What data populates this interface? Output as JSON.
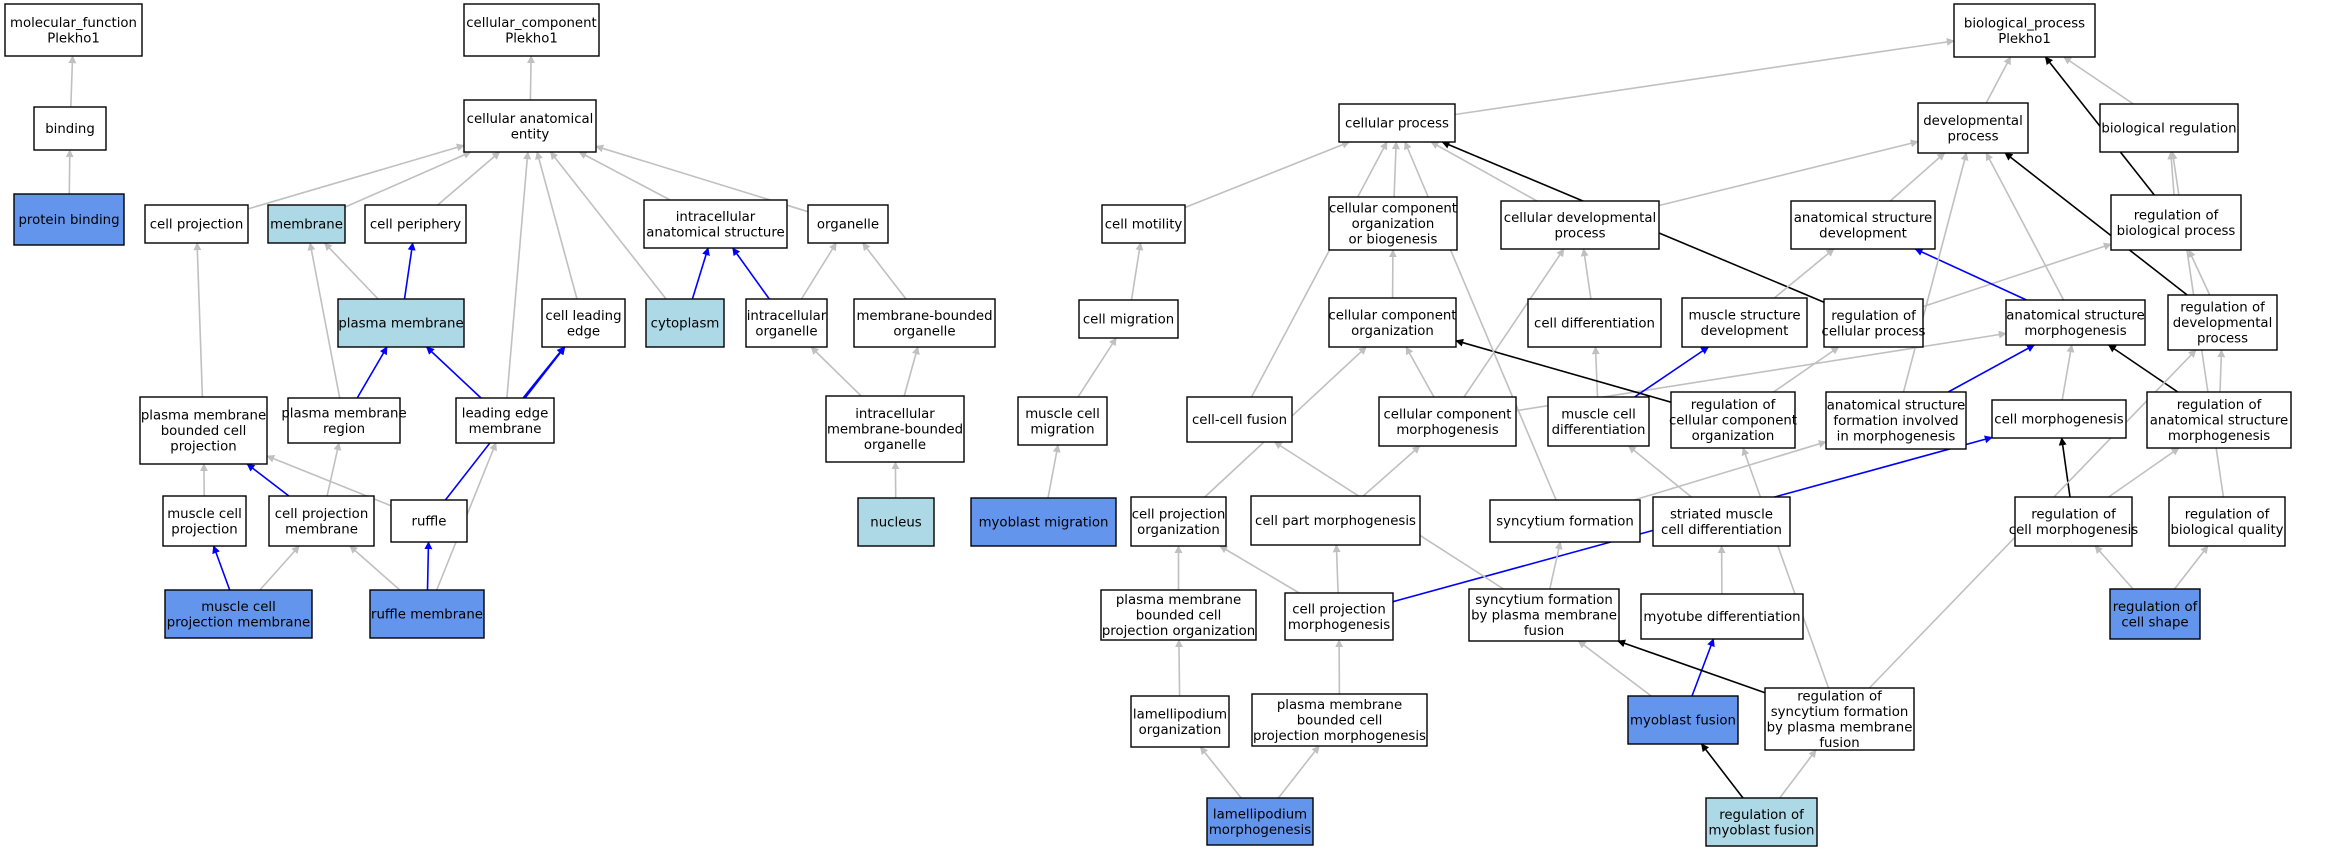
{
  "colors": {
    "node_default": "#ffffff",
    "node_light": "#add8e6",
    "node_dark": "#6495ed",
    "edge_grey": "#c0c0c0",
    "edge_blue": "#0000ff",
    "edge_black": "#000000"
  },
  "nodes": [
    {
      "id": "mf",
      "lines": [
        "molecular_function",
        "Plekho1"
      ],
      "fill": "white"
    },
    {
      "id": "binding",
      "lines": [
        "binding"
      ],
      "fill": "white"
    },
    {
      "id": "protein_binding",
      "lines": [
        "protein binding"
      ],
      "fill": "dark"
    },
    {
      "id": "cc",
      "lines": [
        "cellular_component",
        "Plekho1"
      ],
      "fill": "white"
    },
    {
      "id": "cae",
      "lines": [
        "cellular anatomical",
        "entity"
      ],
      "fill": "white"
    },
    {
      "id": "cell_projection",
      "lines": [
        "cell projection"
      ],
      "fill": "white"
    },
    {
      "id": "membrane",
      "lines": [
        "membrane"
      ],
      "fill": "light"
    },
    {
      "id": "cell_periphery",
      "lines": [
        "cell periphery"
      ],
      "fill": "white"
    },
    {
      "id": "ias",
      "lines": [
        "intracellular",
        "anatomical structure"
      ],
      "fill": "white"
    },
    {
      "id": "organelle",
      "lines": [
        "organelle"
      ],
      "fill": "white"
    },
    {
      "id": "plasma_membrane",
      "lines": [
        "plasma membrane"
      ],
      "fill": "light"
    },
    {
      "id": "cell_leading_edge",
      "lines": [
        "cell leading",
        "edge"
      ],
      "fill": "white"
    },
    {
      "id": "cytoplasm",
      "lines": [
        "cytoplasm"
      ],
      "fill": "light"
    },
    {
      "id": "intracellular_organelle",
      "lines": [
        "intracellular",
        "organelle"
      ],
      "fill": "white"
    },
    {
      "id": "mbo",
      "lines": [
        "membrane-bounded",
        "organelle"
      ],
      "fill": "white"
    },
    {
      "id": "pmbcp",
      "lines": [
        "plasma membrane",
        "bounded cell",
        "projection"
      ],
      "fill": "white"
    },
    {
      "id": "pmr",
      "lines": [
        "plasma membrane",
        "region"
      ],
      "fill": "white"
    },
    {
      "id": "lem",
      "lines": [
        "leading edge",
        "membrane"
      ],
      "fill": "white"
    },
    {
      "id": "imbo",
      "lines": [
        "intracellular",
        "membrane-bounded",
        "organelle"
      ],
      "fill": "white"
    },
    {
      "id": "mcp",
      "lines": [
        "muscle cell",
        "projection"
      ],
      "fill": "white"
    },
    {
      "id": "cpm",
      "lines": [
        "cell projection",
        "membrane"
      ],
      "fill": "white"
    },
    {
      "id": "ruffle",
      "lines": [
        "ruffle"
      ],
      "fill": "white"
    },
    {
      "id": "nucleus",
      "lines": [
        "nucleus"
      ],
      "fill": "light"
    },
    {
      "id": "mcpm",
      "lines": [
        "muscle cell",
        "projection membrane"
      ],
      "fill": "dark"
    },
    {
      "id": "ruffle_membrane",
      "lines": [
        "ruffle membrane"
      ],
      "fill": "dark"
    },
    {
      "id": "bp",
      "lines": [
        "biological_process",
        "Plekho1"
      ],
      "fill": "white"
    },
    {
      "id": "cellular_process",
      "lines": [
        "cellular process"
      ],
      "fill": "white"
    },
    {
      "id": "developmental_process",
      "lines": [
        "developmental",
        "process"
      ],
      "fill": "white"
    },
    {
      "id": "biological_regulation",
      "lines": [
        "biological regulation"
      ],
      "fill": "white"
    },
    {
      "id": "cell_motility",
      "lines": [
        "cell motility"
      ],
      "fill": "white"
    },
    {
      "id": "ccob",
      "lines": [
        "cellular component",
        "organization",
        "or biogenesis"
      ],
      "fill": "white"
    },
    {
      "id": "cdp",
      "lines": [
        "cellular developmental",
        "process"
      ],
      "fill": "white"
    },
    {
      "id": "asd",
      "lines": [
        "anatomical structure",
        "development"
      ],
      "fill": "white"
    },
    {
      "id": "rbp",
      "lines": [
        "regulation of",
        "biological process"
      ],
      "fill": "white"
    },
    {
      "id": "cell_migration",
      "lines": [
        "cell migration"
      ],
      "fill": "white"
    },
    {
      "id": "cco",
      "lines": [
        "cellular component",
        "organization"
      ],
      "fill": "white"
    },
    {
      "id": "cell_differentiation",
      "lines": [
        "cell differentiation"
      ],
      "fill": "white"
    },
    {
      "id": "msd",
      "lines": [
        "muscle structure",
        "development"
      ],
      "fill": "white"
    },
    {
      "id": "rcp",
      "lines": [
        "regulation of",
        "cellular process"
      ],
      "fill": "white"
    },
    {
      "id": "asm",
      "lines": [
        "anatomical structure",
        "morphogenesis"
      ],
      "fill": "white"
    },
    {
      "id": "rdp",
      "lines": [
        "regulation of",
        "developmental",
        "process"
      ],
      "fill": "white"
    },
    {
      "id": "mcm",
      "lines": [
        "muscle cell",
        "migration"
      ],
      "fill": "white"
    },
    {
      "id": "ccf",
      "lines": [
        "cell-cell fusion"
      ],
      "fill": "white"
    },
    {
      "id": "ccm",
      "lines": [
        "cellular component",
        "morphogenesis"
      ],
      "fill": "white"
    },
    {
      "id": "mcd",
      "lines": [
        "muscle cell",
        "differentiation"
      ],
      "fill": "white"
    },
    {
      "id": "rcco",
      "lines": [
        "regulation of",
        "cellular component",
        "organization"
      ],
      "fill": "white"
    },
    {
      "id": "asfim",
      "lines": [
        "anatomical structure",
        "formation involved",
        "in morphogenesis"
      ],
      "fill": "white"
    },
    {
      "id": "cell_morphogenesis",
      "lines": [
        "cell morphogenesis"
      ],
      "fill": "white"
    },
    {
      "id": "rasm",
      "lines": [
        "regulation of",
        "anatomical structure",
        "morphogenesis"
      ],
      "fill": "white"
    },
    {
      "id": "myoblast_migration",
      "lines": [
        "myoblast migration"
      ],
      "fill": "dark"
    },
    {
      "id": "cpo",
      "lines": [
        "cell projection",
        "organization"
      ],
      "fill": "white"
    },
    {
      "id": "cpmorph",
      "lines": [
        "cell part morphogenesis"
      ],
      "fill": "white"
    },
    {
      "id": "syncytium_formation",
      "lines": [
        "syncytium formation"
      ],
      "fill": "white"
    },
    {
      "id": "smcd",
      "lines": [
        "striated muscle",
        "cell differentiation"
      ],
      "fill": "white"
    },
    {
      "id": "rcm",
      "lines": [
        "regulation of",
        "cell morphogenesis"
      ],
      "fill": "white"
    },
    {
      "id": "rbq",
      "lines": [
        "regulation of",
        "biological quality"
      ],
      "fill": "white"
    },
    {
      "id": "pmbcpo",
      "lines": [
        "plasma membrane",
        "bounded cell",
        "projection organization"
      ],
      "fill": "white"
    },
    {
      "id": "cpmorphogenesis",
      "lines": [
        "cell projection",
        "morphogenesis"
      ],
      "fill": "white"
    },
    {
      "id": "sfbpmf",
      "lines": [
        "syncytium formation",
        "by plasma membrane",
        "fusion"
      ],
      "fill": "white"
    },
    {
      "id": "myotube_differentiation",
      "lines": [
        "myotube differentiation"
      ],
      "fill": "white"
    },
    {
      "id": "rcs",
      "lines": [
        "regulation of",
        "cell shape"
      ],
      "fill": "dark"
    },
    {
      "id": "lamellipodium_organization",
      "lines": [
        "lamellipodium",
        "organization"
      ],
      "fill": "white"
    },
    {
      "id": "pmbcpm",
      "lines": [
        "plasma membrane",
        "bounded cell",
        "projection morphogenesis"
      ],
      "fill": "white"
    },
    {
      "id": "myoblast_fusion",
      "lines": [
        "myoblast fusion"
      ],
      "fill": "dark"
    },
    {
      "id": "rsfbpmf",
      "lines": [
        "regulation of",
        "syncytium formation",
        "by plasma membrane",
        "fusion"
      ],
      "fill": "white"
    },
    {
      "id": "lamellipodium_morphogenesis",
      "lines": [
        "lamellipodium",
        "morphogenesis"
      ],
      "fill": "dark"
    },
    {
      "id": "rmf",
      "lines": [
        "regulation of",
        "myoblast fusion"
      ],
      "fill": "light"
    }
  ],
  "edges": [
    {
      "from": "binding",
      "to": "mf",
      "color": "grey"
    },
    {
      "from": "protein_binding",
      "to": "binding",
      "color": "grey"
    },
    {
      "from": "cae",
      "to": "cc",
      "color": "grey"
    },
    {
      "from": "cell_projection",
      "to": "cae",
      "color": "grey"
    },
    {
      "from": "membrane",
      "to": "cae",
      "color": "grey"
    },
    {
      "from": "cell_periphery",
      "to": "cae",
      "color": "grey"
    },
    {
      "from": "ias",
      "to": "cae",
      "color": "grey"
    },
    {
      "from": "organelle",
      "to": "cae",
      "color": "grey"
    },
    {
      "from": "cell_leading_edge",
      "to": "cae",
      "color": "grey"
    },
    {
      "from": "cytoplasm",
      "to": "cae",
      "color": "grey"
    },
    {
      "from": "lem",
      "to": "cae",
      "color": "grey"
    },
    {
      "from": "plasma_membrane",
      "to": "membrane",
      "color": "grey"
    },
    {
      "from": "plasma_membrane",
      "to": "cell_periphery",
      "color": "blue"
    },
    {
      "from": "cytoplasm",
      "to": "ias",
      "color": "blue"
    },
    {
      "from": "intracellular_organelle",
      "to": "ias",
      "color": "blue"
    },
    {
      "from": "intracellular_organelle",
      "to": "organelle",
      "color": "grey"
    },
    {
      "from": "mbo",
      "to": "organelle",
      "color": "grey"
    },
    {
      "from": "pmbcp",
      "to": "cell_projection",
      "color": "grey"
    },
    {
      "from": "pmr",
      "to": "plasma_membrane",
      "color": "blue"
    },
    {
      "from": "pmr",
      "to": "membrane",
      "color": "grey"
    },
    {
      "from": "lem",
      "to": "plasma_membrane",
      "color": "blue"
    },
    {
      "from": "lem",
      "to": "cell_leading_edge",
      "color": "blue"
    },
    {
      "from": "imbo",
      "to": "intracellular_organelle",
      "color": "grey"
    },
    {
      "from": "imbo",
      "to": "mbo",
      "color": "grey"
    },
    {
      "from": "mcp",
      "to": "pmbcp",
      "color": "grey"
    },
    {
      "from": "cpm",
      "to": "pmbcp",
      "color": "blue"
    },
    {
      "from": "cpm",
      "to": "pmr",
      "color": "grey"
    },
    {
      "from": "ruffle",
      "to": "pmbcp",
      "color": "grey"
    },
    {
      "from": "ruffle",
      "to": "cell_leading_edge",
      "color": "blue"
    },
    {
      "from": "nucleus",
      "to": "imbo",
      "color": "grey"
    },
    {
      "from": "mcpm",
      "to": "mcp",
      "color": "blue"
    },
    {
      "from": "mcpm",
      "to": "cpm",
      "color": "grey"
    },
    {
      "from": "ruffle_membrane",
      "to": "ruffle",
      "color": "blue"
    },
    {
      "from": "ruffle_membrane",
      "to": "cpm",
      "color": "grey"
    },
    {
      "from": "ruffle_membrane",
      "to": "lem",
      "color": "grey"
    },
    {
      "from": "cellular_process",
      "to": "bp",
      "color": "grey"
    },
    {
      "from": "developmental_process",
      "to": "bp",
      "color": "grey"
    },
    {
      "from": "biological_regulation",
      "to": "bp",
      "color": "grey"
    },
    {
      "from": "rbp",
      "to": "bp",
      "color": "black"
    },
    {
      "from": "rbp",
      "to": "biological_regulation",
      "color": "grey"
    },
    {
      "from": "cell_motility",
      "to": "cellular_process",
      "color": "grey"
    },
    {
      "from": "ccob",
      "to": "cellular_process",
      "color": "grey"
    },
    {
      "from": "cdp",
      "to": "cellular_process",
      "color": "grey"
    },
    {
      "from": "cdp",
      "to": "developmental_process",
      "color": "grey"
    },
    {
      "from": "asd",
      "to": "developmental_process",
      "color": "grey"
    },
    {
      "from": "rcp",
      "to": "cellular_process",
      "color": "black"
    },
    {
      "from": "rcp",
      "to": "rbp",
      "color": "grey"
    },
    {
      "from": "asm",
      "to": "developmental_process",
      "color": "grey"
    },
    {
      "from": "asm",
      "to": "asd",
      "color": "blue"
    },
    {
      "from": "rdp",
      "to": "developmental_process",
      "color": "black"
    },
    {
      "from": "rdp",
      "to": "rbp",
      "color": "grey"
    },
    {
      "from": "cell_migration",
      "to": "cell_motility",
      "color": "grey"
    },
    {
      "from": "cco",
      "to": "ccob",
      "color": "grey"
    },
    {
      "from": "cell_differentiation",
      "to": "cdp",
      "color": "grey"
    },
    {
      "from": "msd",
      "to": "asd",
      "color": "grey"
    },
    {
      "from": "mcm",
      "to": "cell_migration",
      "color": "grey"
    },
    {
      "from": "ccf",
      "to": "cellular_process",
      "color": "grey"
    },
    {
      "from": "ccm",
      "to": "cco",
      "color": "grey"
    },
    {
      "from": "ccm",
      "to": "cdp",
      "color": "grey"
    },
    {
      "from": "ccm",
      "to": "asm",
      "color": "grey"
    },
    {
      "from": "mcd",
      "to": "cell_differentiation",
      "color": "grey"
    },
    {
      "from": "mcd",
      "to": "msd",
      "color": "blue"
    },
    {
      "from": "rcco",
      "to": "cco",
      "color": "black"
    },
    {
      "from": "rcco",
      "to": "rcp",
      "color": "grey"
    },
    {
      "from": "asfim",
      "to": "asm",
      "color": "blue"
    },
    {
      "from": "asfim",
      "to": "developmental_process",
      "color": "grey"
    },
    {
      "from": "cell_morphogenesis",
      "to": "asm",
      "color": "grey"
    },
    {
      "from": "rasm",
      "to": "asm",
      "color": "black"
    },
    {
      "from": "rasm",
      "to": "rdp",
      "color": "grey"
    },
    {
      "from": "myoblast_migration",
      "to": "mcm",
      "color": "grey"
    },
    {
      "from": "cpo",
      "to": "cco",
      "color": "grey"
    },
    {
      "from": "cpmorph",
      "to": "ccm",
      "color": "grey"
    },
    {
      "from": "syncytium_formation",
      "to": "cellular_process",
      "color": "grey"
    },
    {
      "from": "syncytium_formation",
      "to": "asfim",
      "color": "grey"
    },
    {
      "from": "smcd",
      "to": "mcd",
      "color": "grey"
    },
    {
      "from": "rcm",
      "to": "cell_morphogenesis",
      "color": "black"
    },
    {
      "from": "rcm",
      "to": "rasm",
      "color": "grey"
    },
    {
      "from": "rbq",
      "to": "biological_regulation",
      "color": "grey"
    },
    {
      "from": "pmbcpo",
      "to": "cpo",
      "color": "grey"
    },
    {
      "from": "cpmorphogenesis",
      "to": "cpo",
      "color": "grey"
    },
    {
      "from": "cpmorphogenesis",
      "to": "cpmorph",
      "color": "grey"
    },
    {
      "from": "cpmorphogenesis",
      "to": "cell_morphogenesis",
      "color": "blue"
    },
    {
      "from": "sfbpmf",
      "to": "ccf",
      "color": "grey"
    },
    {
      "from": "sfbpmf",
      "to": "syncytium_formation",
      "color": "grey"
    },
    {
      "from": "myotube_differentiation",
      "to": "smcd",
      "color": "grey"
    },
    {
      "from": "rcs",
      "to": "rcm",
      "color": "grey"
    },
    {
      "from": "rcs",
      "to": "rbq",
      "color": "grey"
    },
    {
      "from": "lamellipodium_organization",
      "to": "pmbcpo",
      "color": "grey"
    },
    {
      "from": "pmbcpm",
      "to": "cpmorphogenesis",
      "color": "grey"
    },
    {
      "from": "myoblast_fusion",
      "to": "sfbpmf",
      "color": "grey"
    },
    {
      "from": "myoblast_fusion",
      "to": "myotube_differentiation",
      "color": "blue"
    },
    {
      "from": "rsfbpmf",
      "to": "sfbpmf",
      "color": "black"
    },
    {
      "from": "rsfbpmf",
      "to": "rcco",
      "color": "grey"
    },
    {
      "from": "rsfbpmf",
      "to": "rdp",
      "color": "grey"
    },
    {
      "from": "lamellipodium_morphogenesis",
      "to": "lamellipodium_organization",
      "color": "grey"
    },
    {
      "from": "lamellipodium_morphogenesis",
      "to": "pmbcpm",
      "color": "grey"
    },
    {
      "from": "rmf",
      "to": "myoblast_fusion",
      "color": "black"
    },
    {
      "from": "rmf",
      "to": "rsfbpmf",
      "color": "grey"
    }
  ]
}
